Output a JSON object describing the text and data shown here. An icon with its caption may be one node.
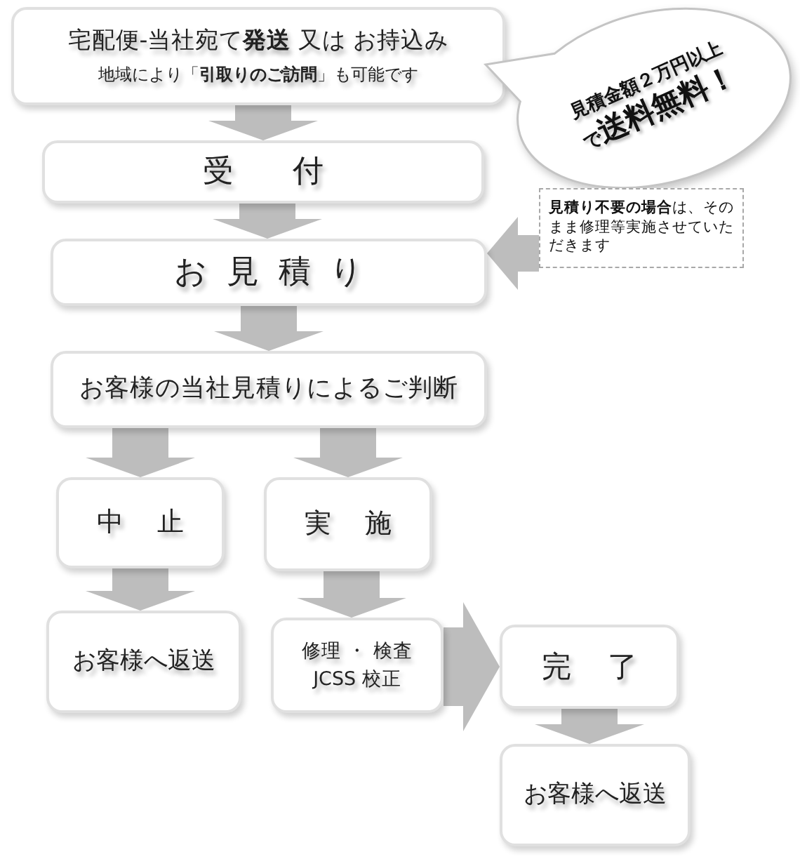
{
  "diagram": {
    "nodes": [
      {
        "text": [
          "宅配便-当社宛て**発送** 又は お持込み",
          "地域により「**引取りのご訪問**」も可能です"
        ]
      },
      {
        "text": [
          "見積金額２万円以上",
          "で**送料無料！**"
        ]
      },
      {
        "text": [
          "受　付"
        ]
      },
      {
        "text": [
          "**見積り不要の場合**は、そのまま修理等実施させていただきます"
        ]
      },
      {
        "text": [
          "お見積り"
        ]
      },
      {
        "text": [
          "お客様の当社見積りによるご判断"
        ]
      },
      {
        "text": [
          "中　止"
        ]
      },
      {
        "text": [
          "実　施"
        ]
      },
      {
        "text": [
          "お客様へ返送"
        ]
      },
      {
        "text": [
          "修理 ・ 検査",
          "JCSS 校正"
        ]
      },
      {
        "text": [
          "完　了"
        ]
      },
      {
        "text": [
          "お客様へ返送"
        ]
      }
    ],
    "edges": [
      {
        "from": 0,
        "to": 2,
        "arrow": "to"
      },
      {
        "from": 2,
        "to": 4,
        "arrow": "to"
      },
      {
        "from": 3,
        "to": 4,
        "arrow": "to"
      },
      {
        "from": 4,
        "to": 5,
        "arrow": "to"
      },
      {
        "from": 5,
        "to": 6,
        "arrow": "to"
      },
      {
        "from": 5,
        "to": 7,
        "arrow": "to"
      },
      {
        "from": 6,
        "to": 8,
        "arrow": "to"
      },
      {
        "from": 7,
        "to": 9,
        "arrow": "to"
      },
      {
        "from": 9,
        "to": 10,
        "arrow": "to"
      },
      {
        "from": 10,
        "to": 11,
        "arrow": "to"
      }
    ]
  }
}
